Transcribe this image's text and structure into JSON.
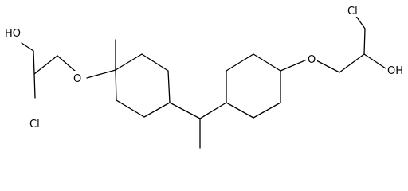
{
  "molecule": {
    "atoms": {
      "ho_left": "HO",
      "o_left": "O",
      "cl_left": "Cl",
      "o_right": "O",
      "cl_right": "Cl",
      "oh_right": "OH"
    }
  }
}
